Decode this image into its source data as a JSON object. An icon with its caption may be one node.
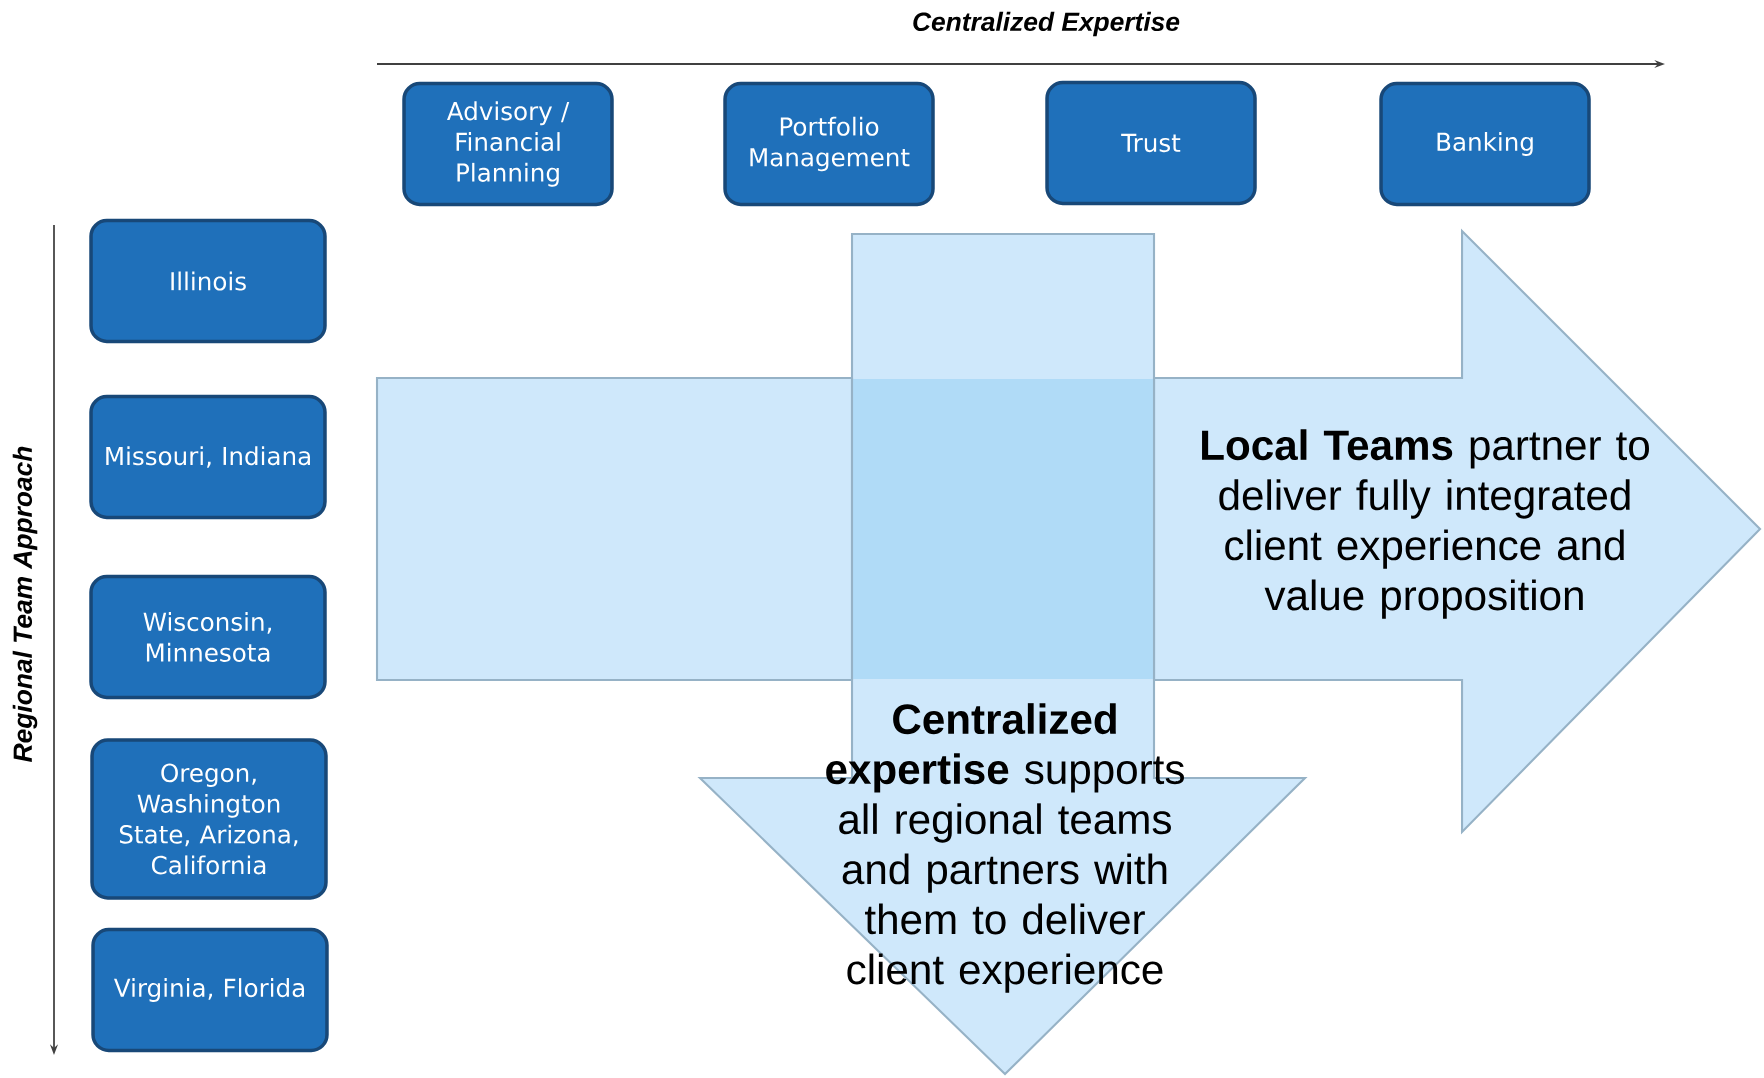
{
  "diagram": {
    "nodes": [
      {
        "text": [
          "Advisory / Financial Planning"
        ]
      },
      {
        "text": [
          "Portfolio Management"
        ]
      },
      {
        "text": [
          "Trust"
        ]
      },
      {
        "text": [
          "Banking"
        ]
      },
      {
        "text": [
          "Illinois"
        ]
      },
      {
        "text": [
          "Missouri, Indiana"
        ]
      },
      {
        "text": [
          "Wisconsin, Minnesota"
        ]
      },
      {
        "text": [
          "Oregon, Washington State, Arizona, California"
        ]
      },
      {
        "text": [
          "Virginia, Florida"
        ]
      },
      {
        "text": [
          "**Local Teams** partner to deliver fully integrated client experience and value proposition"
        ]
      },
      {
        "text": [
          "**Centralized expertise** supports all regional teams and partners with them to deliver client experience"
        ]
      }
    ],
    "labels": [
      "Centralized Expertise",
      "Regional Team Approach"
    ]
  }
}
